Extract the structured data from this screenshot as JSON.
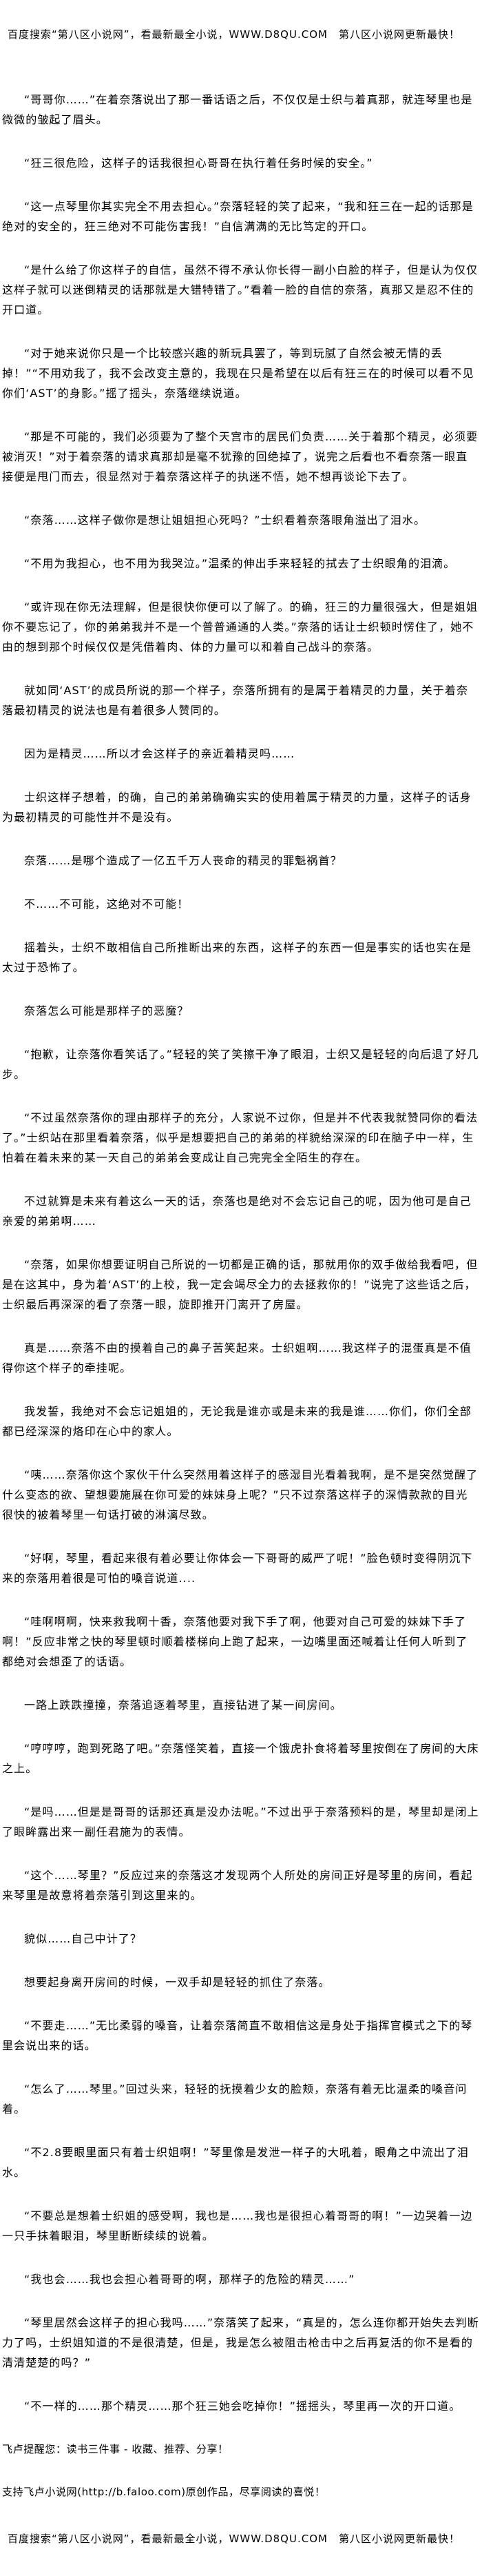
{
  "header_banner": "百度搜索“第八区小说网”，看最新最全小说，WWW.D8QU.COM　第八区小说网更新最快！",
  "paragraphs": [
    "“哥哥你……”在着奈落说出了那一番话语之后，不仅仅是士织与着真那，就连琴里也是微微的皱起了眉头。",
    "“狂三很危险，这样子的话我很担心哥哥在执行着任务时候的安全。”",
    "“这一点琴里你其实完全不用去担心。”奈落轻轻的笑了起来，“我和狂三在一起的话那是绝对的安全的，狂三绝对不可能伤害我！”自信满满的无比笃定的开口。",
    "“是什么给了你这样子的自信，虽然不得不承认你长得一副小白脸的样子，但是认为仅仅这样子就可以迷倒精灵的话那就是大错特错了。”看着一脸的自信的奈落，真那又是忍不住的开口道。",
    "“对于她来说你只是一个比较感兴趣的新玩具罢了，等到玩腻了自然会被无情的丢掉！”“不用劝我了，我不会改变主意的，我现在只是希望在以后有狂三在的时候可以看不见你们‘AST’的身影。”摇了摇头，奈落继续说道。",
    "“那是不可能的，我们必须要为了整个天宫市的居民们负责……关于着那个精灵，必须要被消灭！”对于着奈落的请求真那却是毫不犹豫的回绝掉了，说完之后看也不看奈落一眼直接便是甩门而去，很显然对于着奈落这样子的执迷不悟，她不想再谈论下去了。",
    "“奈落……这样子做你是想让姐姐担心死吗？”士织看着奈落眼角溢出了泪水。",
    "“不用为我担心，也不用为我哭泣。”温柔的伸出手来轻轻的拭去了士织眼角的泪滴。",
    "“或许现在你无法理解，但是很快你便可以了解了。的确，狂三的力量很强大，但是姐姐你不要忘记了，你的弟弟我并不是一个普普通通的人类。”奈落的话让士织顿时愣住了，她不由的想到那个时候仅仅是凭借着肉、体的力量可以和着自己战斗的奈落。",
    "就如同‘AST’的成员所说的那一个样子，奈落所拥有的是属于着精灵的力量，关于着奈落最初精灵的说法也是有着很多人赞同的。",
    "因为是精灵……所以才会这样子的亲近着精灵吗……",
    "士织这样子想着，的确，自己的弟弟确确实实的使用着属于精灵的力量，这样子的话身为最初精灵的可能性并不是没有。",
    "奈落……是哪个造成了一亿五千万人丧命的精灵的罪魁祸首？",
    "不……不可能，这绝对不可能！",
    "摇着头，士织不敢相信自己所推断出来的东西，这样子的东西一但是事实的话也实在是太过于恐怖了。",
    "奈落怎么可能是那样子的恶魔？",
    "“抱歉，让奈落你看笑话了。”轻轻的笑了笑擦干净了眼泪，士织又是轻轻的向后退了好几步。",
    "“不过虽然奈落你的理由那样子的充分，人家说不过你，但是并不代表我就赞同你的看法了。”士织站在那里看着奈落，似乎是想要把自己的弟弟的样貌给深深的印在脑子中一样，生怕着在着未来的某一天自己的弟弟会变成让自己完完全全陌生的存在。",
    "不过就算是未来有着这么一天的话，奈落也是绝对不会忘记自己的呢，因为他可是自己亲爱的弟弟啊……",
    "“奈落，如果你想要证明自己所说的一切都是正确的话，那就用你的双手做给我看吧，但是在这其中，身为着‘AST’的上校，我一定会竭尽全力的去拯救你的！”说完了这些话之后，士织最后再深深的看了奈落一眼，旋即推开门离开了房屋。",
    "真是……奈落不由的摸着自己的鼻子苦笑起来。士织姐啊……我这样子的混蛋真是不值得你这个样子的牵挂呢。",
    "我发誓，我绝对不会忘记姐姐的，无论我是谁亦或是未来的我是谁……你们，你们全部都已经深深的烙印在心中的家人。",
    "“咦……奈落你这个家伙干什么突然用着这样子的感湿目光看着我啊，是不是突然觉醒了什么变态的欲、望想要施展在你可爱的妹妹身上呢？”只不过奈落这样子的深情款款的目光很快的被着琴里一句话打破的淋漓尽致。",
    "“好啊，琴里，看起来很有着必要让你体会一下哥哥的威严了呢！”脸色顿时变得阴沉下来的奈落用着很是可怕的嗓音说道....",
    "“哇啊啊啊，快来救我啊十香，奈落他要对我下手了啊，他要对自己可爱的妹妹下手了啊！”反应非常之快的琴里顿时顺着楼梯向上跑了起来，一边嘴里面还喊着让任何人听到了都绝对会想歪了的话语。",
    "一路上跌跌撞撞，奈落追逐着琴里，直接钻进了某一间房间。",
    "“哼哼哼，跑到死路了吧。”奈落怪笑着，直接一个饿虎扑食将着琴里按倒在了房间的大床之上。",
    "“是吗……但是是哥哥的话那还真是没办法呢。”不过出乎于奈落预料的是，琴里却是闭上了眼眸露出来一副任君施为的表情。",
    "“这个……琴里？”反应过来的奈落这才发现两个人所处的房间正好是琴里的房间，看起来琴里是故意将着奈落引到这里来的。",
    "貌似……自己中计了？",
    "想要起身离开房间的时候，一双手却是轻轻的抓住了奈落。",
    "“不要走……”无比柔弱的嗓音，让着奈落简直不敢相信这是身处于指挥官模式之下的琴里会说出来的话。",
    "“怎么了……琴里。”回过头来，轻轻的抚摸着少女的脸颊，奈落有着无比温柔的嗓音问着。",
    "“不2.8要眼里面只有着士织姐啊！”琴里像是发泄一样子的大吼着，眼角之中流出了泪水。",
    "“不要总是想着士织姐的感受啊，我也是……我也是很担心着哥哥的啊！”一边哭着一边一只手抹着眼泪，琴里断断续续的说着。",
    "“我也会……我也会担心着哥哥的啊，那样子的危险的精灵……”",
    "“琴里居然会这样子的担心我吗……”奈落笑了起来，“真是的，怎么连你都开始失去判断力了吗，士织姐知道的不是很清楚，但是，我是怎么被阻击枪击中之后再复活的你不是看的清清楚楚的吗？”",
    "“不一样的……那个精灵……那个狂三她会吃掉你！”摇摇头，琴里再一次的开口道。"
  ],
  "footer": {
    "reminder": "飞卢提醒您：读书三件事 - 收藏、推荐、分享！",
    "support": "支持飞卢小说网(http://b.faloo.com)原创作品，尽享阅读的喜悦！",
    "banner": "百度搜索“第八区小说网”，看最新最全小说，WWW.D8QU.COM　第八区小说网更新最快！"
  }
}
